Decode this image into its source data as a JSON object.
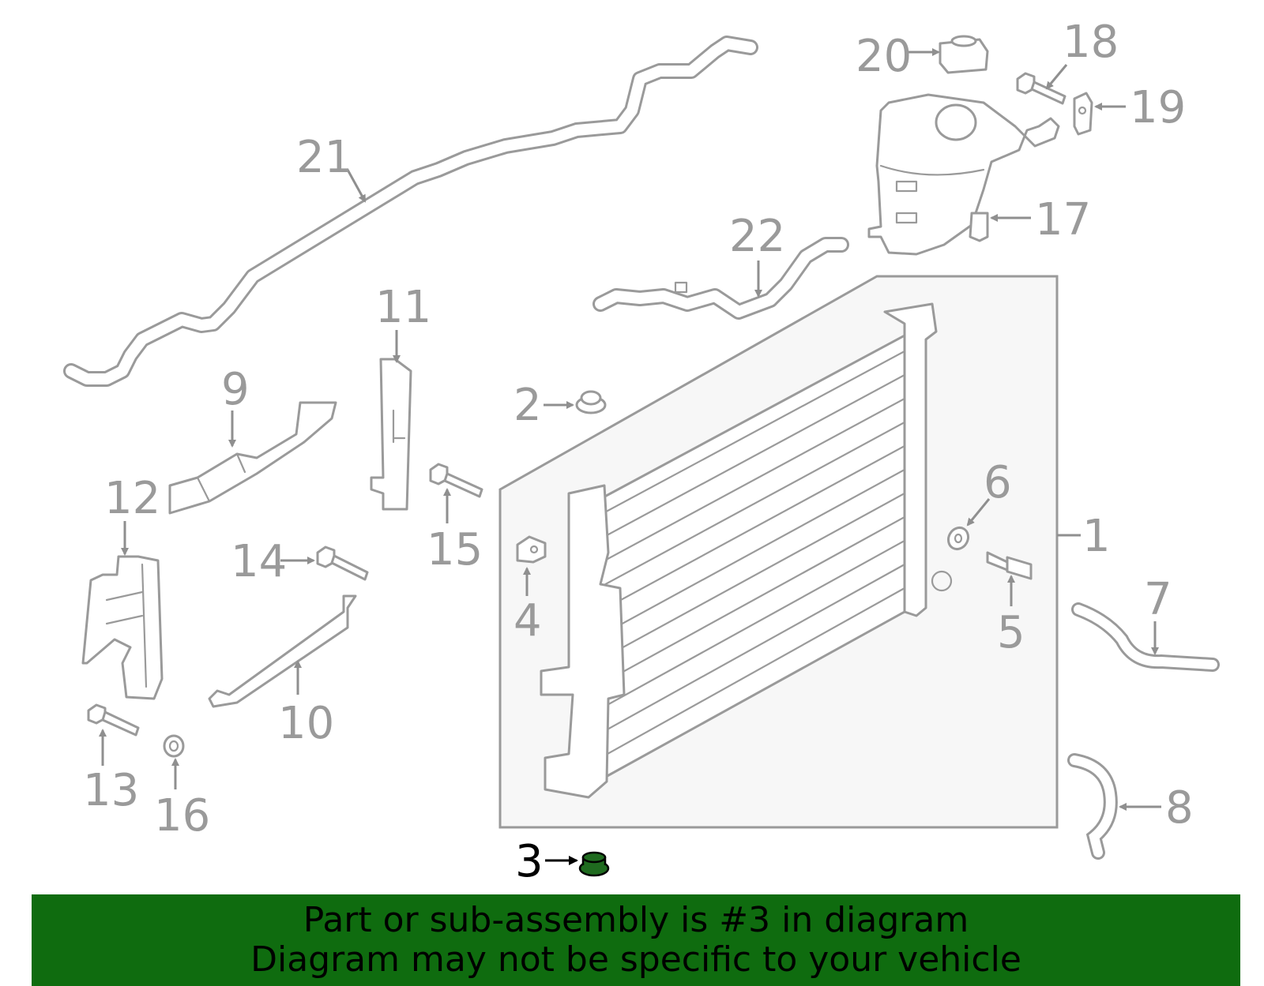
{
  "callouts": [
    {
      "id": "1",
      "label": "1"
    },
    {
      "id": "2",
      "label": "2"
    },
    {
      "id": "3",
      "label": "3",
      "selected": true
    },
    {
      "id": "4",
      "label": "4"
    },
    {
      "id": "5",
      "label": "5"
    },
    {
      "id": "6",
      "label": "6"
    },
    {
      "id": "7",
      "label": "7"
    },
    {
      "id": "8",
      "label": "8"
    },
    {
      "id": "9",
      "label": "9"
    },
    {
      "id": "10",
      "label": "10"
    },
    {
      "id": "11",
      "label": "11"
    },
    {
      "id": "12",
      "label": "12"
    },
    {
      "id": "13",
      "label": "13"
    },
    {
      "id": "14",
      "label": "14"
    },
    {
      "id": "15",
      "label": "15"
    },
    {
      "id": "16",
      "label": "16"
    },
    {
      "id": "17",
      "label": "17"
    },
    {
      "id": "18",
      "label": "18"
    },
    {
      "id": "19",
      "label": "19"
    },
    {
      "id": "20",
      "label": "20"
    },
    {
      "id": "21",
      "label": "21"
    },
    {
      "id": "22",
      "label": "22"
    }
  ],
  "banner": {
    "line1": "Part or sub-assembly is #3 in diagram",
    "line2": "Diagram may not be specific to your vehicle"
  },
  "colors": {
    "banner_bg": "#0f6c0f",
    "highlight_part": "#1f6b1f",
    "line_art": "#9a9a9a",
    "label_text": "#9a9a9a",
    "selected_label": "#000000"
  }
}
